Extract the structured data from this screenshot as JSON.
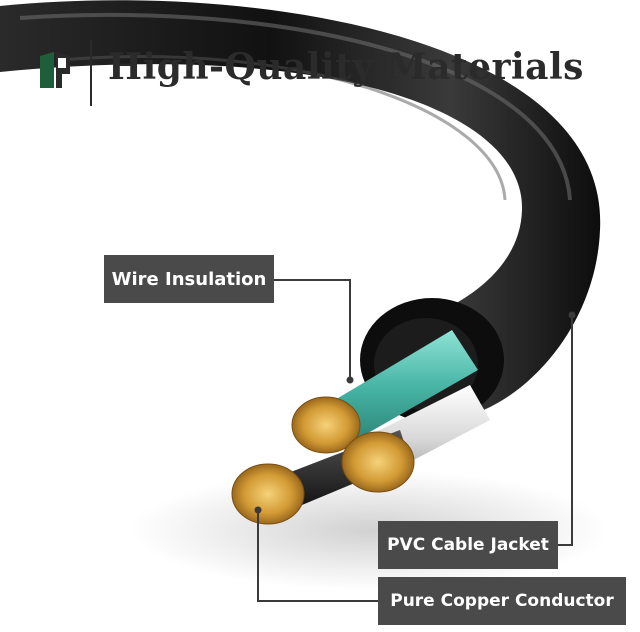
{
  "header": {
    "title": "High-Quality Materials",
    "logo_icon": "brand-logo-icon"
  },
  "callouts": {
    "insulation": "Wire Insulation",
    "jacket": "PVC Cable Jacket",
    "copper": "Pure Copper Conductor"
  },
  "colors": {
    "callout_bg": "#4a4a4a",
    "cable_jacket": "#1a1a1a",
    "insulation_teal": "#4fb7a8",
    "insulation_white": "#dcdcdc",
    "copper": "#c8962f",
    "brand_green": "#1e5f3a"
  }
}
